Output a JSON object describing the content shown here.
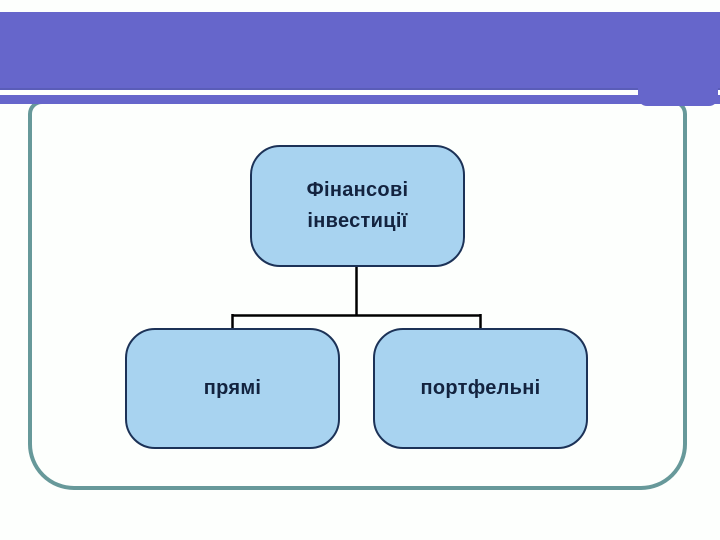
{
  "diagram": {
    "type": "hierarchy",
    "root": {
      "label": "Фінансові інвестиції",
      "line1": "Фінансові",
      "line2": "інвестиції"
    },
    "children": [
      {
        "label": "прямі"
      },
      {
        "label": "портфельні"
      }
    ]
  },
  "colors": {
    "title_bar": "#6666cb",
    "frame_border": "#67999a",
    "node_fill": "#a8d3f0",
    "node_border": "#1c3257",
    "node_text": "#13233f",
    "connector": "#000000",
    "background": "#fdfffd"
  }
}
